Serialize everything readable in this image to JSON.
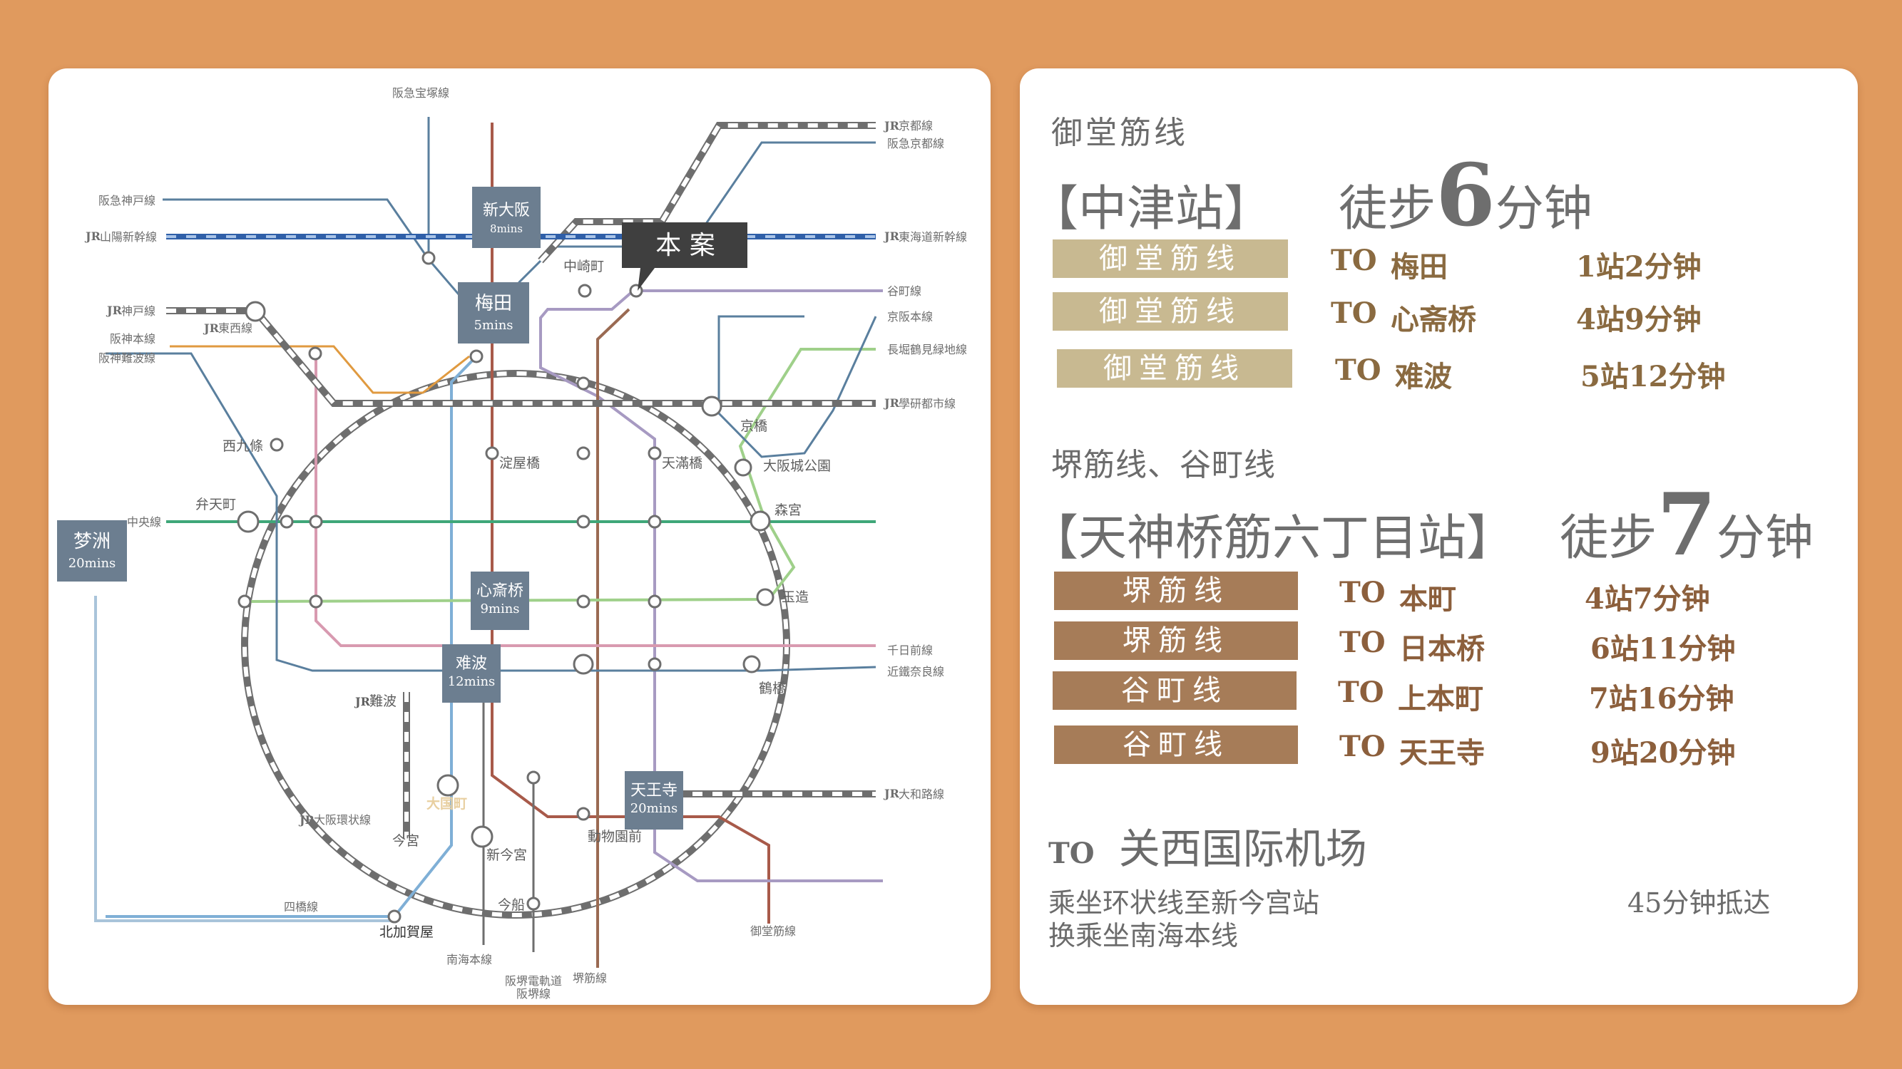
{
  "map": {
    "lines": {
      "hankyu_takarazuka": "阪急宝塚線",
      "hankyu_kobe": "阪急神戸線",
      "sanyo_shinkansen": "山陽新幹線",
      "kyoto": "京都線",
      "hankyu_kyoto": "阪急京都線",
      "tokaido_shinkansen": "東海道新幹線",
      "tanimachi": "谷町線",
      "keihan": "京阪本線",
      "nagahori": "長堀鶴見緑地線",
      "gakkentoshi": "學研都市線",
      "kobe": "神戸線",
      "tozai": "東西線",
      "hanshin_main": "阪神本線",
      "hanshin_namba": "阪神難波線",
      "chuo": "中央線",
      "sennichimae": "千日前線",
      "kintetsu_nara": "近鐵奈良線",
      "yamatoji": "大和路線",
      "loop": "大阪環状線",
      "yotsubashi": "四橋線",
      "nankai": "南海本線",
      "hankai": "阪堺電軌道",
      "hankai2": "阪堺線",
      "sakaisuji": "堺筋線",
      "midosuji": "御堂筋線"
    },
    "jr": "JR",
    "stations": {
      "shin_osaka_name": "新大阪",
      "shin_osaka_time": "8mins",
      "umeda_name": "梅田",
      "umeda_time": "5mins",
      "shinsaibashi_name": "心斎桥",
      "shinsaibashi_time": "9mins",
      "namba_name": "难波",
      "namba_time": "12mins",
      "tennoji_name": "天王寺",
      "tennoji_time": "20mins",
      "yumeshima_name": "梦洲",
      "yumeshima_time": "20mins",
      "nakazakicho": "中崎町",
      "kyobashi": "京橋",
      "osakajokoen": "大阪城公園",
      "morinomiya": "森宮",
      "tamatsukuri": "玉造",
      "tsuruhashi": "鶴橋",
      "nishikujo": "西九條",
      "bentencho": "弁天町",
      "yodoyabashi": "淀屋橋",
      "tenmabashi": "天滿橋",
      "jr_namba": "難波",
      "daikokucho": "大国町",
      "imamiya": "今宮",
      "shin_imamiya": "新今宮",
      "dobutsuen": "動物園前",
      "imafune": "今船",
      "kitakagaya": "北加賀屋"
    },
    "project_label": "本 案"
  },
  "info": {
    "sec1_title": "御堂筋线",
    "sec1_station": "【中津站】",
    "walk_prefix": "徒步",
    "sec1_minutes": "6",
    "walk_suffix": "分钟",
    "sec1_rows": [
      {
        "line": "御堂筋线",
        "to": "TO",
        "dest": "梅田",
        "info": "1站2分钟"
      },
      {
        "line": "御堂筋线",
        "to": "TO",
        "dest": "心斋桥",
        "info": "4站9分钟"
      },
      {
        "line": "御堂筋线",
        "to": "TO",
        "dest": "难波",
        "info": "5站12分钟"
      }
    ],
    "sec2_title": "堺筋线、谷町线",
    "sec2_station": "【天神桥筋六丁目站】",
    "sec2_minutes": "7",
    "sec2_rows": [
      {
        "line": "堺筋线",
        "to": "TO",
        "dest": "本町",
        "info": "4站7分钟"
      },
      {
        "line": "堺筋线",
        "to": "TO",
        "dest": "日本桥",
        "info": "6站11分钟"
      },
      {
        "line": "谷町线",
        "to": "TO",
        "dest": "上本町",
        "info": "7站16分钟"
      },
      {
        "line": "谷町线",
        "to": "TO",
        "dest": "天王寺",
        "info": "9站20分钟"
      }
    ],
    "sec3_to": "TO",
    "sec3_dest": "关西国际机场",
    "sec3_line1": "乘坐环状线至新今宫站",
    "sec3_line2": "换乘坐南海本线",
    "sec3_time": "45分钟抵达"
  },
  "colors": {
    "background": "#E09A5E",
    "midosuji": "#A85A4A",
    "tanimachi": "#A79AC2",
    "yotsubashi": "#7FAFD6",
    "chuo": "#3FA779",
    "nagahori": "#9FD08A",
    "keihan": "#5A7F9E",
    "hanshin": "#E09A40",
    "sennichimae": "#D89AB0",
    "station_box": "#6C7E90",
    "tan_pill": "#C8B991",
    "brown_pill": "#A67C58"
  }
}
